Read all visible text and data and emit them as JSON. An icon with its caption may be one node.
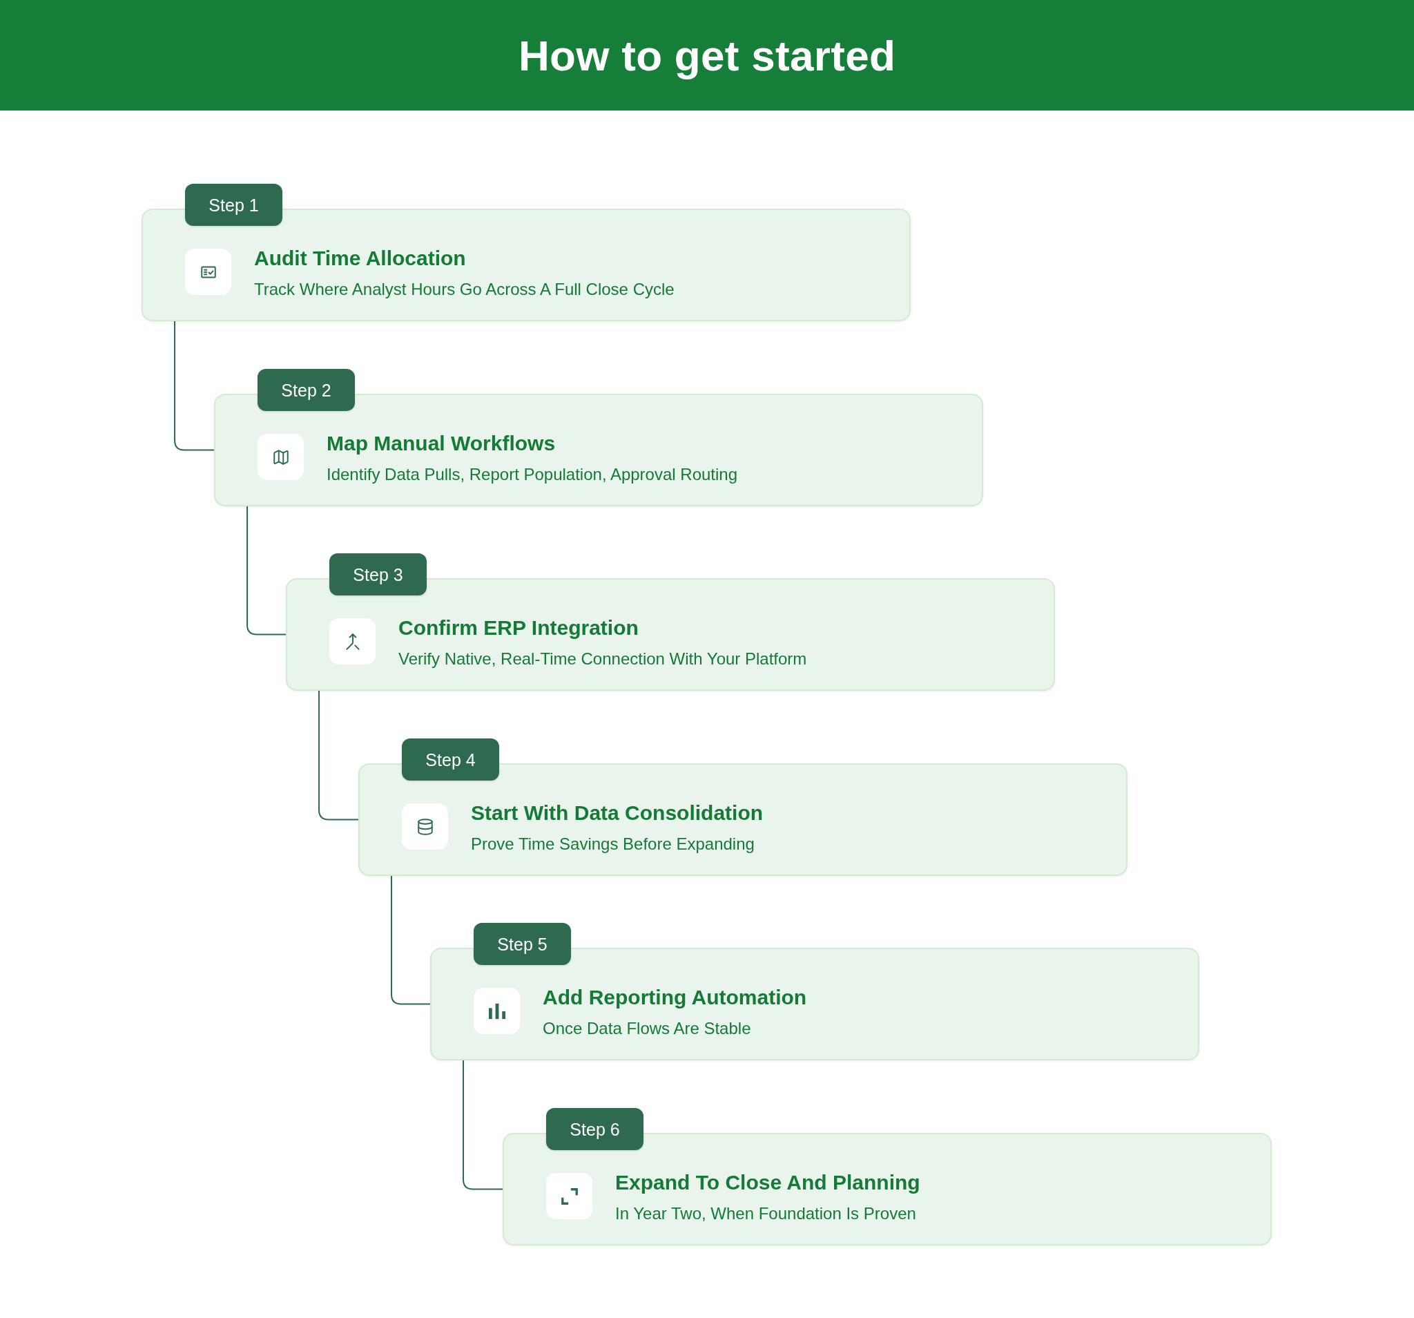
{
  "diagram": {
    "title": "How to get started",
    "nodes": [
      {
        "text": [
          "Step 1"
        ]
      },
      {
        "text": [
          "Audit Time Allocation",
          "Track Where Analyst Hours Go Across A Full Close Cycle"
        ]
      },
      {
        "text": [
          "Step 2"
        ]
      },
      {
        "text": [
          "Map Manual Workflows",
          "Identify Data Pulls, Report Population, Approval Routing"
        ]
      },
      {
        "text": [
          "Step 3"
        ]
      },
      {
        "text": [
          "Confirm ERP Integration",
          "Verify Native, Real-Time Connection With Your Platform"
        ]
      },
      {
        "text": [
          "Step 4"
        ]
      },
      {
        "text": [
          "Start With Data Consolidation",
          "Prove Time Savings Before Expanding"
        ]
      },
      {
        "text": [
          "Step 5"
        ]
      },
      {
        "text": [
          "Add Reporting Automation",
          "Once Data Flows Are Stable"
        ]
      },
      {
        "text": [
          "Step 6"
        ]
      },
      {
        "text": [
          "Expand To Close And Planning",
          "In Year Two, When Foundation Is Proven"
        ]
      }
    ],
    "edges": [
      {
        "from": 1,
        "to": 3,
        "arrow": "none"
      },
      {
        "from": 3,
        "to": 5,
        "arrow": "none"
      },
      {
        "from": 5,
        "to": 7,
        "arrow": "none"
      },
      {
        "from": 7,
        "to": 9,
        "arrow": "none"
      },
      {
        "from": 9,
        "to": 11,
        "arrow": "none"
      }
    ]
  }
}
